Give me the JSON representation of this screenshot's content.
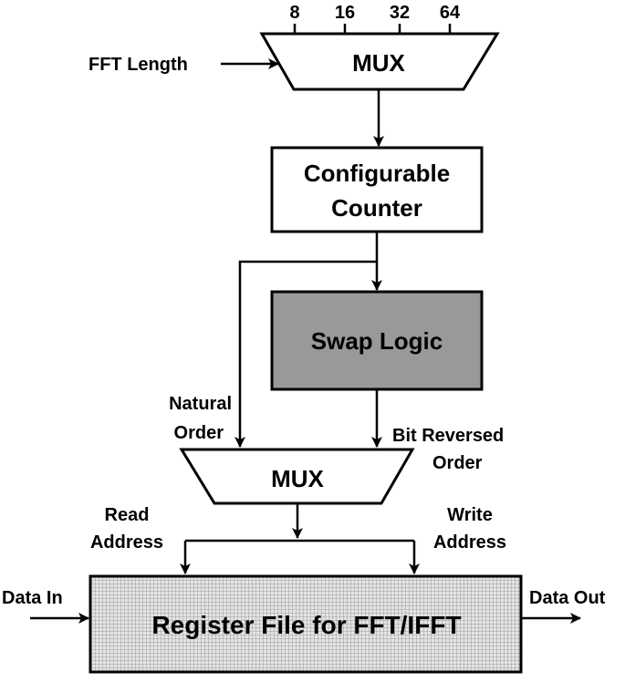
{
  "diagram": {
    "top_mux": {
      "label": "MUX",
      "inputs": [
        "8",
        "16",
        "32",
        "64"
      ],
      "side_input": "FFT Length"
    },
    "counter": {
      "line1": "Configurable",
      "line2": "Counter"
    },
    "swap": {
      "label": "Swap Logic"
    },
    "natural_order": {
      "line1": "Natural",
      "line2": "Order"
    },
    "bit_reversed_order": {
      "line1": "Bit Reversed",
      "line2": "Order"
    },
    "bottom_mux": {
      "label": "MUX"
    },
    "read_address": {
      "line1": "Read",
      "line2": "Address"
    },
    "write_address": {
      "line1": "Write",
      "line2": "Address"
    },
    "register_file": {
      "label": "Register File for FFT/IFFT"
    },
    "data_in": "Data In",
    "data_out": "Data Out",
    "colors": {
      "swap_fill": "#999999",
      "register_fill": "#e4e4e4",
      "register_grid": "#8a8a8a",
      "stroke": "#000000"
    }
  }
}
